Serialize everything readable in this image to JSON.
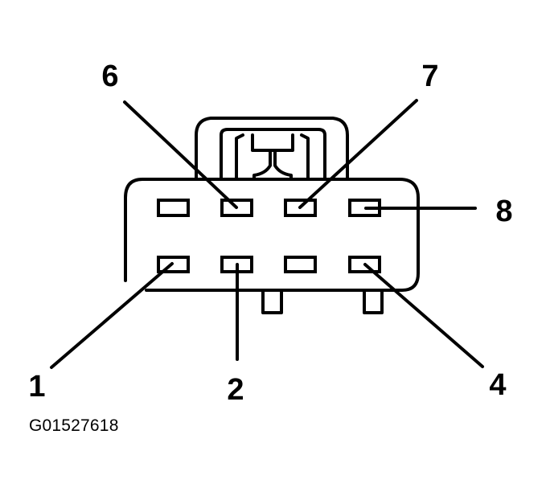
{
  "diagram": {
    "figure_id": "G01527618",
    "pin_labels": {
      "p1": "1",
      "p2": "2",
      "p4": "4",
      "p6": "6",
      "p7": "7",
      "p8": "8"
    },
    "line_color": "#000000",
    "background_color": "#ffffff"
  }
}
